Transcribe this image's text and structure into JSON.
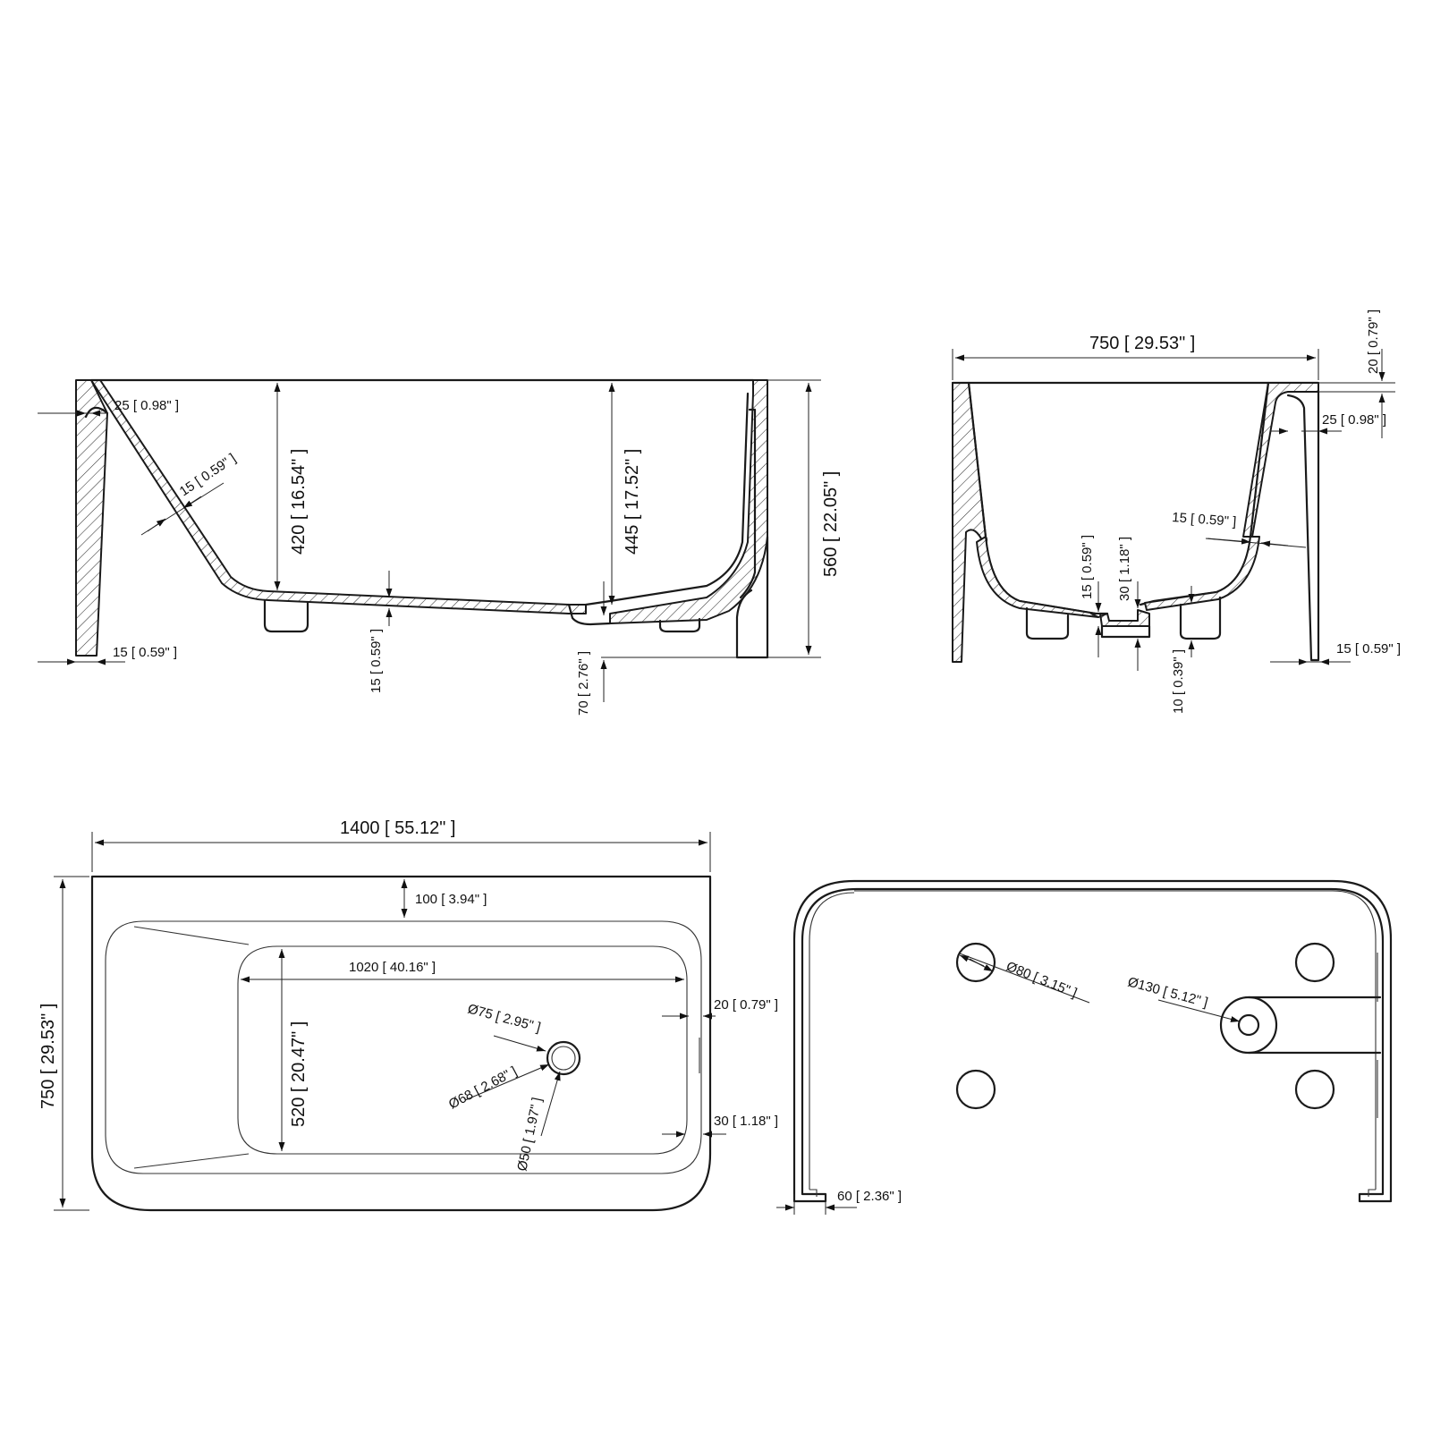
{
  "side_view": {
    "top_wall": "25 [ 0.98\" ]",
    "slope_thickness": "15 [ 0.59\" ]",
    "depth_left": "420 [ 16.54\" ]",
    "depth_right": "445 [ 17.52\" ]",
    "total_height": "560 [ 22.05\" ]",
    "wall_bottom": "15 [ 0.59\" ]",
    "floor_thickness": "15 [ 0.59\" ]",
    "base_clearance": "70 [ 2.76\" ]"
  },
  "end_view": {
    "width": "750 [ 29.53\" ]",
    "rim_height": "20 [ 0.79\" ]",
    "rim_overhang": "25 [ 0.98\" ]",
    "wall_thickness": "15 [ 0.59\" ]",
    "floor_thickness": "15 [ 0.59\" ]",
    "drain_depth": "30 [ 1.18\" ]",
    "foot_gap": "10 [ 0.39\" ]",
    "leg_bottom": "15 [ 0.59\" ]"
  },
  "top_view": {
    "length": "1400 [ 55.12\" ]",
    "width": "750 [ 29.53\" ]",
    "back_deck": "100 [ 3.94\" ]",
    "basin_length": "1020 [ 40.16\" ]",
    "basin_width": "520 [ 20.47\" ]",
    "rim_width": "20 [ 0.79\" ]",
    "rim_edge": "30 [ 1.18\" ]",
    "drain_outer": "Ø75 [ 2.95\" ]",
    "drain_mid": "Ø68 [ 2.68\" ]",
    "drain_inner": "Ø50 [ 1.97\" ]"
  },
  "bottom_view": {
    "foot_hole": "Ø80 [ 3.15\" ]",
    "drain_hole": "Ø130 [ 5.12\" ]",
    "lip": "60 [ 2.36\" ]"
  }
}
